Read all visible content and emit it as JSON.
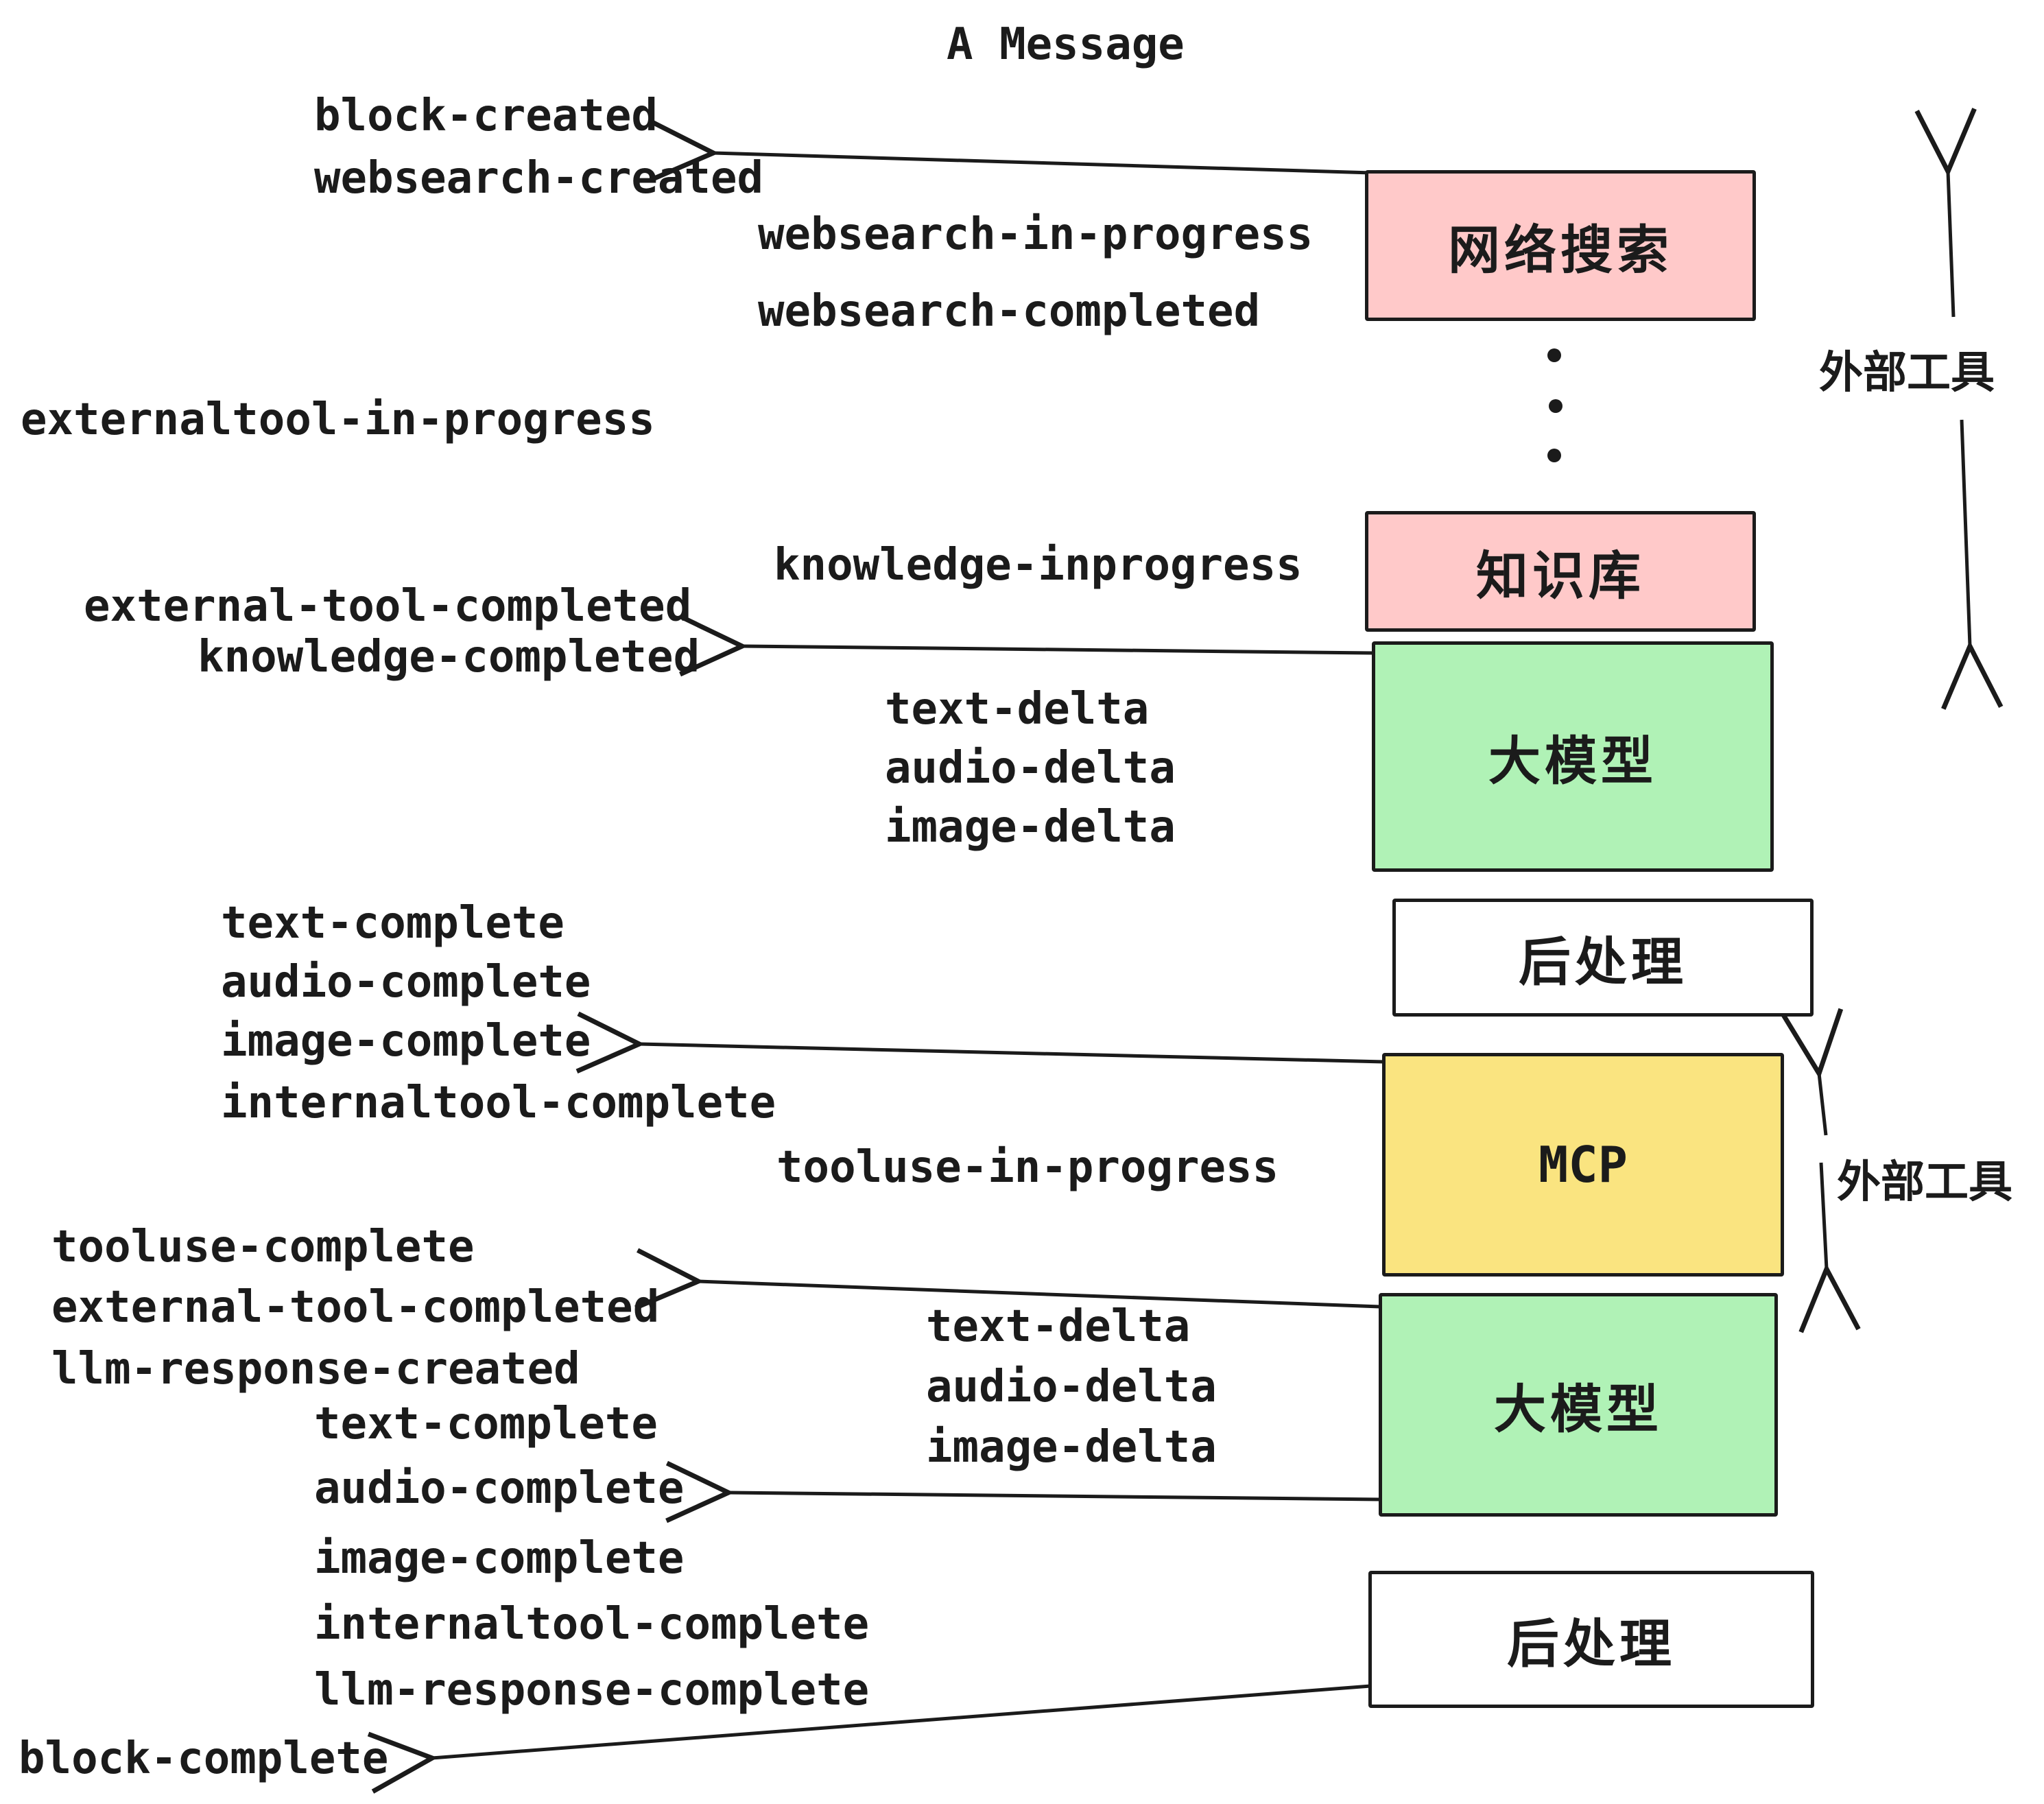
{
  "title": "A Message",
  "colors": {
    "pink": "#FFC9C9",
    "green": "#B0F2B6",
    "yellow": "#FAE480",
    "white": "#FFFFFF",
    "ink": "#1b1b1b"
  },
  "pipeline": {
    "websearch": {
      "label": "网络搜索"
    },
    "knowledge": {
      "label": "知识库"
    },
    "llm": {
      "label": "大模型"
    },
    "post": {
      "label": "后处理"
    },
    "mcp": {
      "label": "MCP"
    }
  },
  "annotations": {
    "external_tools": "外部工具"
  },
  "events": {
    "block_created": "block-created",
    "websearch_created": "websearch-created",
    "websearch_in_progress": "websearch-in-progress",
    "websearch_completed": "websearch-completed",
    "externaltool_in_progress": "externaltool-in-progress",
    "external_tool_completed": "external-tool-completed",
    "knowledge_inprogress": "knowledge-inprogress",
    "knowledge_completed": "knowledge-completed",
    "text_delta": "text-delta",
    "audio_delta": "audio-delta",
    "image_delta": "image-delta",
    "text_complete": "text-complete",
    "audio_complete": "audio-complete",
    "image_complete": "image-complete",
    "internaltool_complete": "internaltool-complete",
    "tooluse_in_progress": "tooluse-in-progress",
    "tooluse_complete": "tooluse-complete",
    "llm_response_created": "llm-response-created",
    "llm_response_complete": "llm-response-complete",
    "block_complete": "block-complete"
  }
}
